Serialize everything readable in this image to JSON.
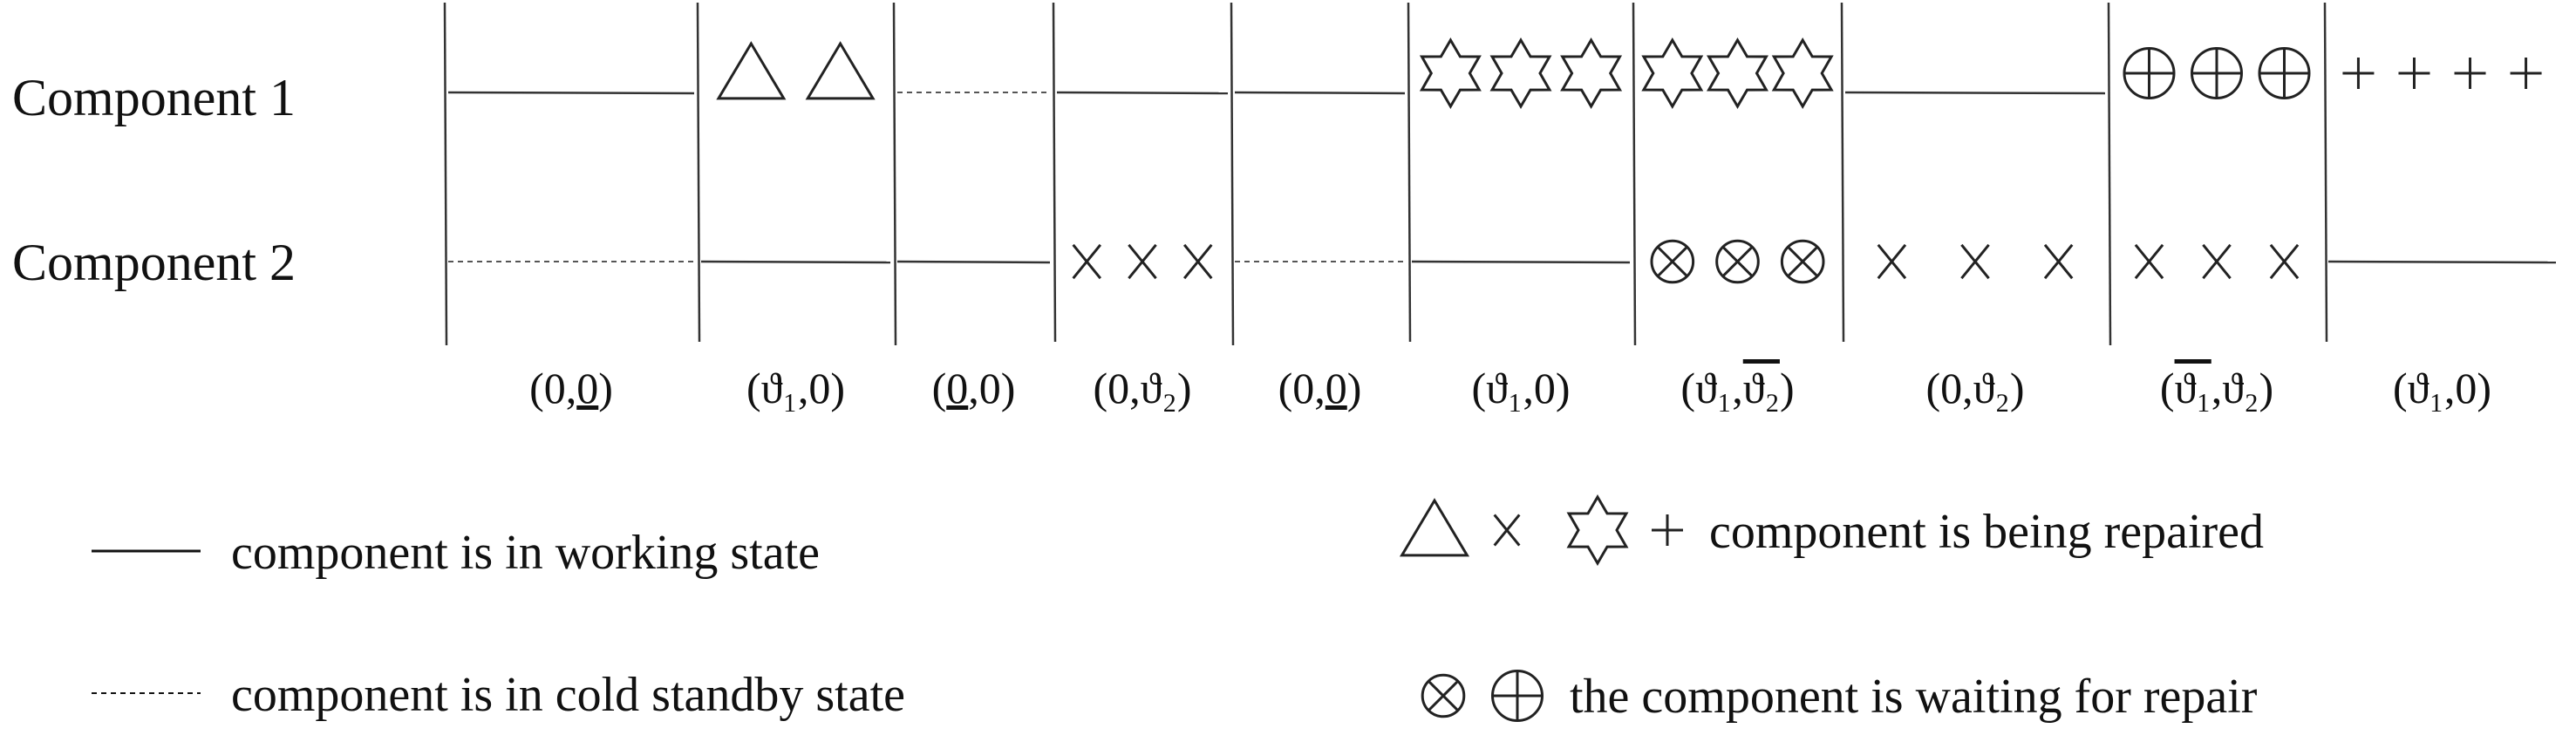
{
  "rows": [
    {
      "label": "Component 1"
    },
    {
      "label": "Component 2"
    }
  ],
  "segments": [
    {
      "state_label": [
        "(",
        "0",
        ",",
        "0",
        ")"
      ],
      "c1": "working",
      "c2": "standby",
      "underline": [
        3
      ]
    },
    {
      "state_label": [
        "(",
        "ϑ₁",
        ",",
        "0",
        ")"
      ],
      "c1": "repair-triangle",
      "c2": "working",
      "underline": []
    },
    {
      "state_label": [
        "(",
        "0",
        ",",
        "0",
        ")"
      ],
      "c1": "standby",
      "c2": "working",
      "underline": [
        1
      ]
    },
    {
      "state_label": [
        "(",
        "0",
        ",",
        "ϑ₂",
        ")"
      ],
      "c1": "working",
      "c2": "repair-x",
      "underline": []
    },
    {
      "state_label": [
        "(",
        "0",
        ",",
        "0",
        ")"
      ],
      "c1": "working",
      "c2": "standby",
      "underline": [
        3
      ]
    },
    {
      "state_label": [
        "(",
        "ϑ₁",
        ",",
        "0",
        ")"
      ],
      "c1": "repair-star",
      "c2": "working",
      "underline": []
    },
    {
      "state_label": [
        "(",
        "ϑ₁",
        ",",
        "ϑ₂",
        ")"
      ],
      "c1": "repair-star",
      "c2": "wait-otimes",
      "overline": [
        3
      ]
    },
    {
      "state_label": [
        "(",
        "0",
        ",",
        "ϑ₂",
        ")"
      ],
      "c1": "working",
      "c2": "repair-x",
      "underline": []
    },
    {
      "state_label": [
        "(",
        "ϑ₁",
        ",",
        "ϑ₂",
        ")"
      ],
      "c1": "wait-oplus",
      "c2": "repair-x",
      "overline": [
        1
      ]
    },
    {
      "state_label": [
        "(",
        "ϑ₁",
        ",",
        "0",
        ")"
      ],
      "c1": "repair-plus",
      "c2": "working",
      "underline": []
    }
  ],
  "legend": {
    "working": "component is in working state",
    "standby": "component is in cold standby state",
    "repair": "component is being repaired",
    "repair_symbols": [
      "triangle-icon",
      "x-icon",
      "star-icon",
      "plus-icon"
    ],
    "waiting": "the component is waiting for repair",
    "waiting_symbols": [
      "otimes-icon",
      "oplus-icon"
    ]
  }
}
